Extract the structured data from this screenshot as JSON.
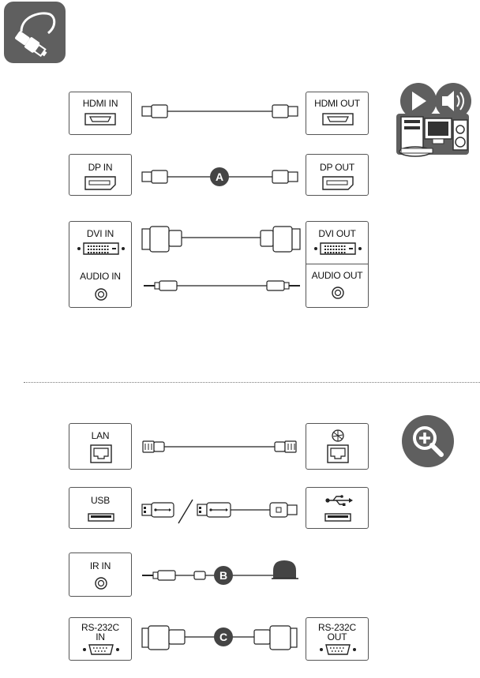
{
  "ports_top": {
    "hdmi_in": "HDMI IN",
    "hdmi_out": "HDMI OUT",
    "dp_in": "DP IN",
    "dp_out": "DP OUT",
    "dvi_in": "DVI IN",
    "dvi_out": "DVI OUT",
    "audio_in": "AUDIO IN",
    "audio_out": "AUDIO OUT"
  },
  "ports_bottom": {
    "lan": "LAN",
    "usb": "USB",
    "ir_in": "IR IN",
    "rs232c_in": [
      "RS-232C",
      "IN"
    ],
    "rs232c_out": [
      "RS-232C",
      "OUT"
    ]
  },
  "badges": {
    "a": "A",
    "b": "B",
    "c": "C"
  },
  "icons": {
    "top_left": "cable-connect-icon",
    "media_pc": "media-pc-icon",
    "zoom": "zoom-in-icon"
  },
  "colors": {
    "icon_bg": "#5f5f5f",
    "badge": "#444444",
    "line": "#222222"
  }
}
